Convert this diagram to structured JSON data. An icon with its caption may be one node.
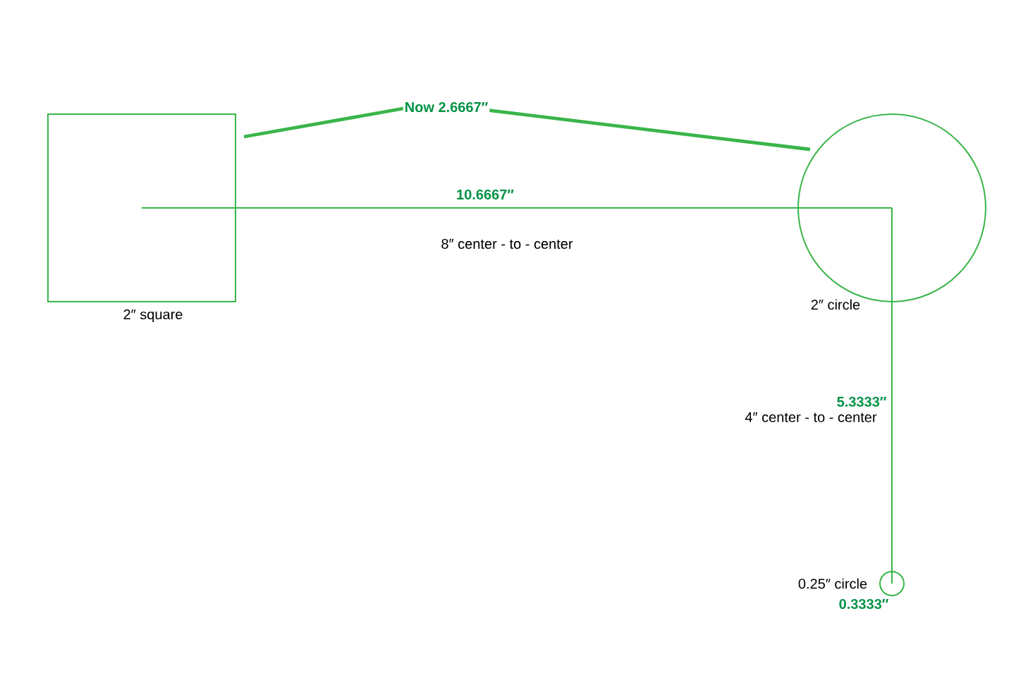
{
  "diagram": {
    "nodes": [
      {
        "text": [],
        "shape": "box",
        "beside": [
          "2″ square"
        ]
      },
      {
        "text": [],
        "shape": "circle",
        "beside": [
          "2″ circle"
        ]
      },
      {
        "text": [],
        "shape": "circle",
        "beside": [
          "0.25″ circle",
          "0.3333″"
        ]
      }
    ],
    "edges": [
      {
        "from": 0,
        "to": 1,
        "arrow": "none",
        "label": "Now 2.6667″",
        "style": "thick"
      },
      {
        "from": 0,
        "to": 1,
        "arrow": "none",
        "label": "10.6667″"
      },
      {
        "from": 1,
        "to": 2,
        "arrow": "none",
        "label": "5.3333″"
      }
    ],
    "labels": [
      "8″ center - to - center",
      "4″ center - to - center"
    ]
  }
}
